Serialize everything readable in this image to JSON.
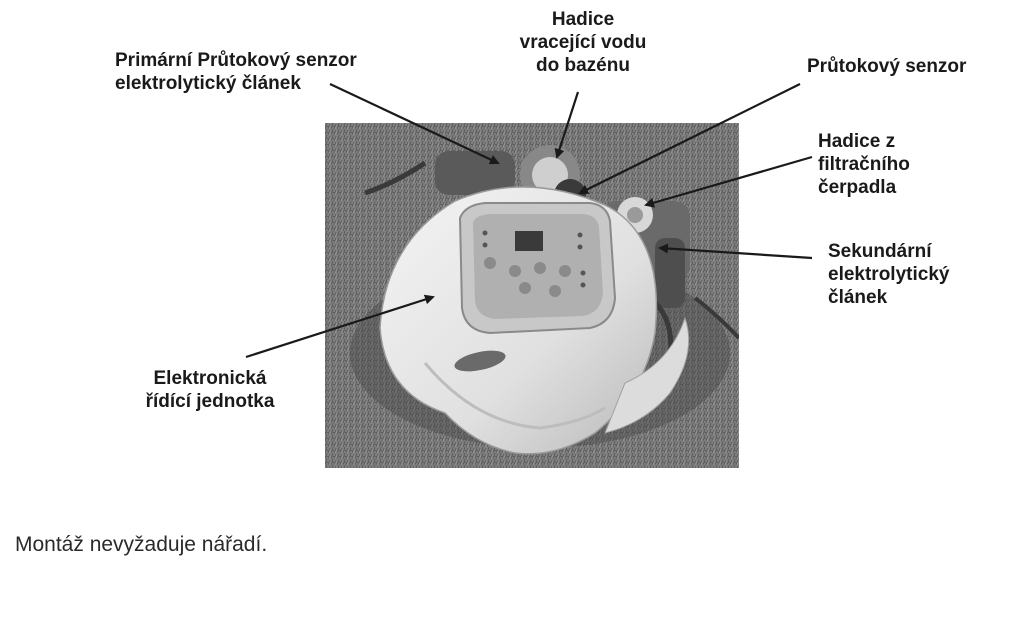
{
  "labels": {
    "primary_cell": "Primární Průtokový senzor\nelektrolytický článek",
    "return_hose": "Hadice\nvracející vodu\ndo bazénu",
    "flow_sensor": "Průtokový senzor",
    "pump_hose": "Hadice z\nfiltračního\nčerpadla",
    "secondary_cell": "Sekundární\nelektrolytický\nčlánek",
    "control_unit": "Elektronická\nřídící jednotka"
  },
  "caption": "Montáž nevyžaduje nářadí.",
  "colors": {
    "text": "#1a1a1a",
    "arrow": "#1a1a1a",
    "grass": "#7a7a7a",
    "unit": "#e8e8e8"
  }
}
